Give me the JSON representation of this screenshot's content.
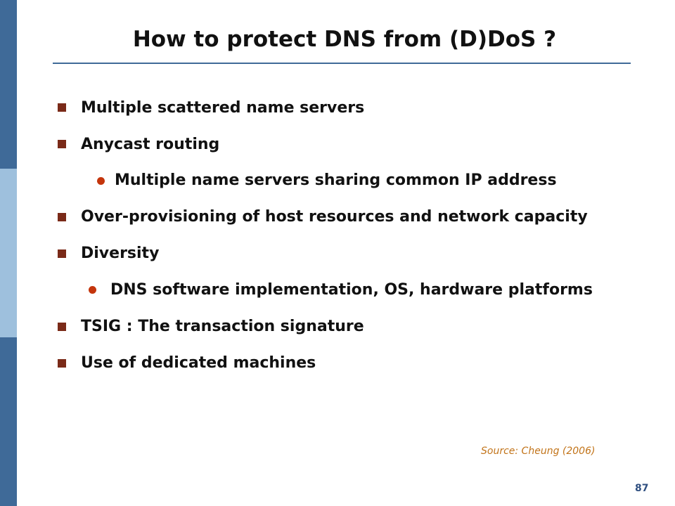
{
  "slide": {
    "title": "How to protect DNS from (D)DoS ?",
    "bullets": [
      {
        "text": "Multiple scattered name servers"
      },
      {
        "text": "Anycast routing"
      },
      {
        "text": "Multiple name servers sharing common IP address"
      },
      {
        "text": "Over-provisioning of host resources and network capacity"
      },
      {
        "text": "Diversity"
      },
      {
        "text": "DNS software implementation, OS, hardware platforms"
      },
      {
        "text": "TSIG : The transaction signature"
      },
      {
        "text": "Use of dedicated machines"
      }
    ],
    "source": "Source: Cheung (2006)",
    "page_number": "87"
  },
  "colors": {
    "sidebar_dark": "#3f6a98",
    "sidebar_light": "#9ec0dd",
    "square_bullet": "#7a2a18",
    "round_bullet": "#c4350c",
    "source_text": "#c2741a"
  }
}
